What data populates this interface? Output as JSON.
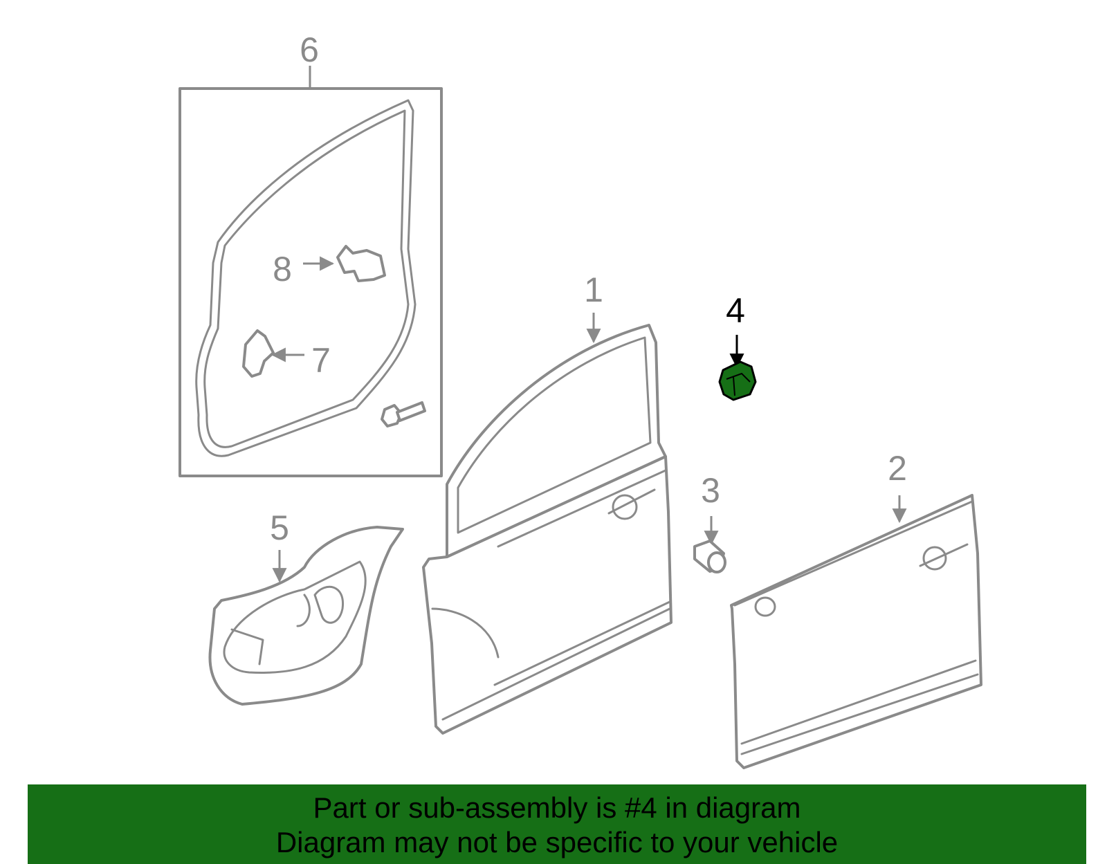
{
  "callouts": {
    "c1": "1",
    "c2": "2",
    "c3": "3",
    "c4": "4",
    "c5": "5",
    "c6": "6",
    "c7": "7",
    "c8": "8"
  },
  "highlight_part": "4",
  "colors": {
    "line": "#8a8a8a",
    "highlight_fill": "#166f16",
    "banner_bg": "#166f16",
    "text": "#000000"
  },
  "banner": {
    "line1": "Part or sub-assembly is #4 in diagram",
    "line2": "Diagram may not be specific to your vehicle"
  }
}
